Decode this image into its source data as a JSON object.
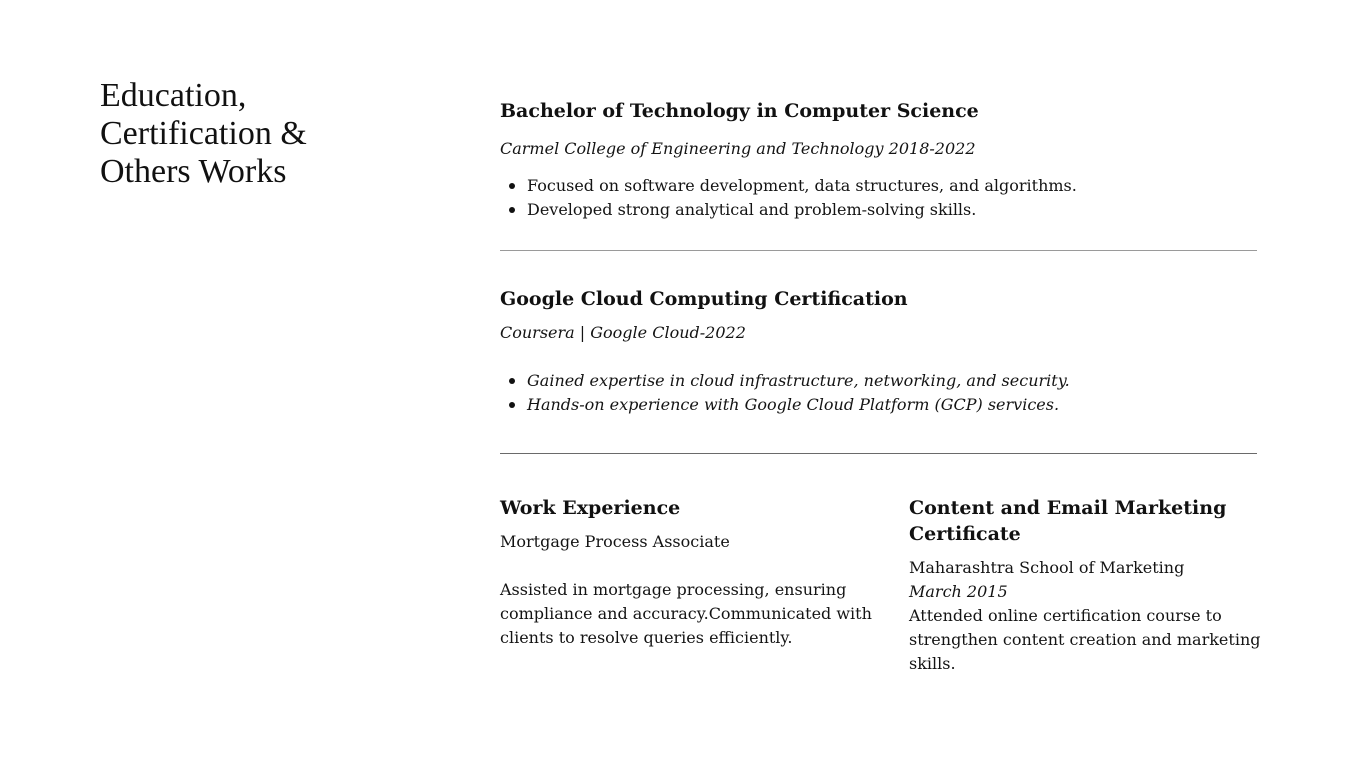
{
  "page": {
    "title": "Education, Certification & Others Works"
  },
  "education": {
    "heading": "Bachelor of Technology in Computer Science",
    "institution": "Carmel College of Engineering and Technology 2018-2022",
    "bullets": [
      "Focused on software development, data structures, and algorithms.",
      "Developed strong analytical and problem-solving skills."
    ]
  },
  "certification": {
    "heading": "Google Cloud Computing Certification",
    "issuer": "Coursera | Google Cloud-2022",
    "bullets": [
      "Gained expertise in cloud infrastructure, networking, and security.",
      "Hands-on experience with Google Cloud Platform (GCP) services."
    ]
  },
  "work": {
    "heading": "Work Experience",
    "role": "Mortgage Process Associate",
    "description": "Assisted in mortgage processing, ensuring compliance and accuracy.Communicated with clients to resolve queries efficiently."
  },
  "marketing": {
    "heading": "Content and Email Marketing Certificate",
    "school": "Maharashtra School of Marketing",
    "date": "March 2015",
    "description": "Attended online certification course to strengthen content creation and marketing skills."
  }
}
